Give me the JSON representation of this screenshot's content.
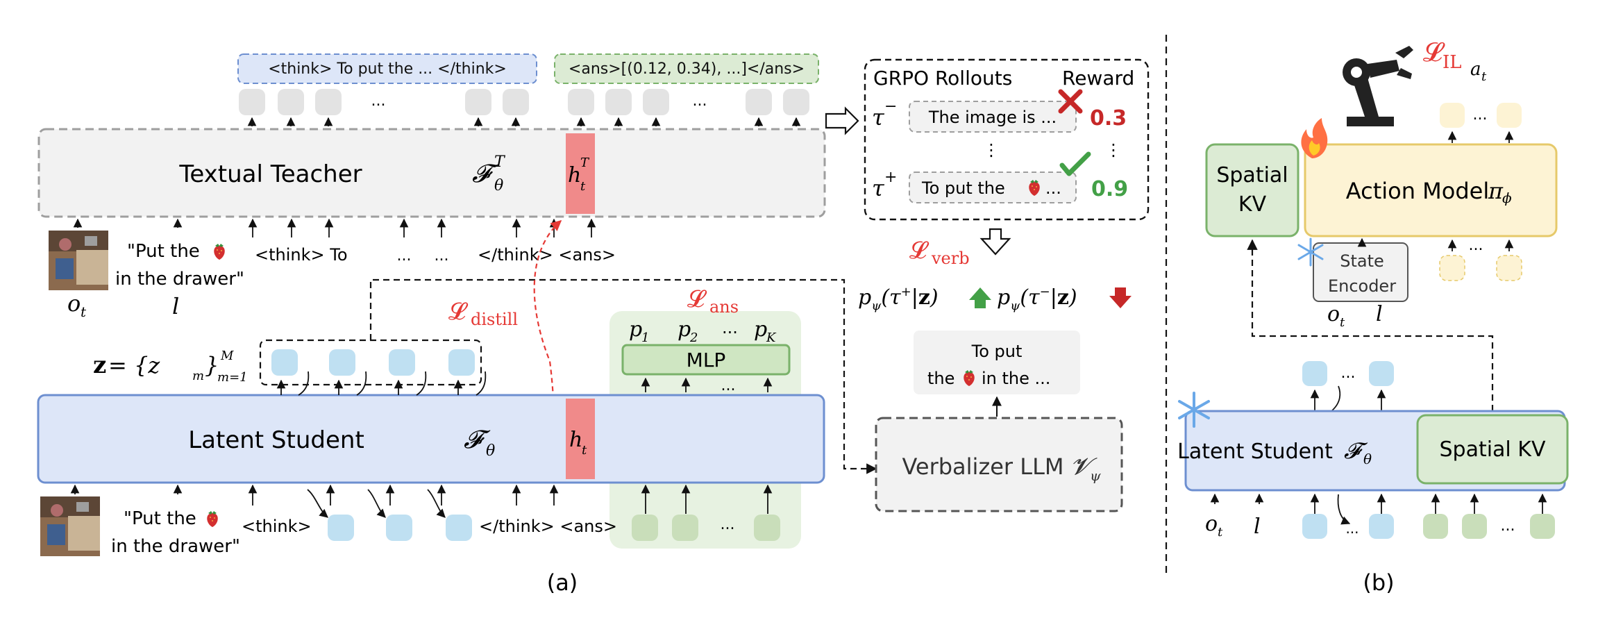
{
  "panel_a": {
    "caption": "(a)",
    "teacher": {
      "label": "Textual Teacher",
      "symbol": "𝓕",
      "sup": "T",
      "sub": "θ"
    },
    "student": {
      "label": "Latent Student",
      "symbol": "𝓕",
      "sub": "θ"
    },
    "think_bubble": "<think> To put the ... </think>",
    "ans_bubble": "<ans>[(0.12, 0.34), ...]</ans>",
    "top_row_ellipsis_1": "...",
    "top_row_ellipsis_2": "...",
    "teacher_inputs": {
      "instruction_line1": "\"Put the",
      "instruction_line2": "in the drawer\"",
      "think_open": "<think> To",
      "dots1": "...",
      "dots2": "...",
      "think_close": "</think> <ans>",
      "o_label": "o",
      "o_sub": "t",
      "l_label": "l"
    },
    "student_inputs": {
      "instruction_line1": "\"Put the",
      "instruction_line2": "in the drawer\"",
      "think_open": "<think>",
      "think_close": "</think> <ans>",
      "dots": "..."
    },
    "hidden_teacher": {
      "base": "h",
      "sub": "t",
      "sup": "T"
    },
    "hidden_student": {
      "base": "h",
      "sub": "t"
    },
    "latent_set": {
      "bold": "z",
      "rest": " = {z",
      "sub_m": "m",
      "close": "}",
      "sub_range": "m=1",
      "sup": "M"
    },
    "loss_distill": {
      "base": "𝓛",
      "sub": "distill"
    },
    "loss_ans": {
      "base": "𝓛",
      "sub": "ans"
    },
    "mlp_label": "MLP",
    "mlp_outputs": [
      "p",
      "p",
      "...",
      "p"
    ],
    "mlp_output_subs": [
      "1",
      "2",
      "",
      "K"
    ],
    "mlp_dots": "...",
    "grpo": {
      "title": "GRPO Rollouts",
      "reward_header": "Reward",
      "neg_text": "The image is ...",
      "pos_text": "To put the",
      "pos_suffix": "...",
      "neg_reward": "0.3",
      "pos_reward": "0.9",
      "vdots": "⋮"
    },
    "loss_verb": {
      "base": "𝓛",
      "sub": "verb"
    },
    "prob_pos": "p",
    "prob_neg": "p",
    "verbalized_line1": "To put",
    "verbalized_line2a": "the",
    "verbalized_line2b": "in the ...",
    "verbalizer": {
      "label": "Verbalizer LLM",
      "symbol": "𝓥",
      "sub": "ψ"
    }
  },
  "panel_b": {
    "caption": "(b)",
    "loss_il": {
      "base": "𝓛",
      "sub": "IL",
      "sub2": "a",
      "sub3": "t"
    },
    "action_model": {
      "label": "Action Model",
      "symbol": "π",
      "sub": "ϕ"
    },
    "spatial_kv_line1": "Spatial",
    "spatial_kv_line2": "KV",
    "state_encoder_line1": "State",
    "state_encoder_line2": "Encoder",
    "student": {
      "label": "Latent Student",
      "symbol": "𝓕",
      "sub": "θ"
    },
    "spatial_kv_inner": "Spatial KV",
    "o_label": "o",
    "o_sub": "t",
    "l_label": "l",
    "dots": "..."
  },
  "colors": {
    "red_loss": "#e53935",
    "pink_hidden": "#f08a8a",
    "blue_student": "#dde6f8",
    "blue_border": "#6d8fd0",
    "green_box": "#dcebd4",
    "green_border": "#7ab26a",
    "yellow_box": "#fdf3d4",
    "yellow_border": "#e6c96a",
    "reward_red": "#c62828",
    "reward_green": "#43a047"
  }
}
